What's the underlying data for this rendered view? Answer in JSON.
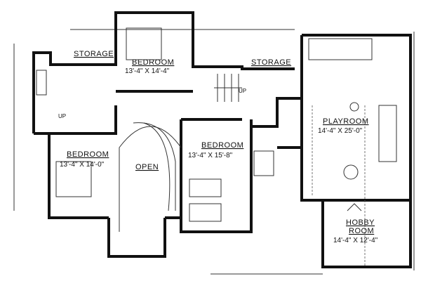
{
  "plan": {
    "rooms": {
      "storage_left": {
        "name": "STORAGE"
      },
      "bedroom_top": {
        "name": "BEDROOM",
        "dims": "13'-4\" X 14'-4\""
      },
      "storage_mid": {
        "name": "STORAGE"
      },
      "bedroom_left": {
        "name": "BEDROOM",
        "dims": "13'-4\" X 14'-0\""
      },
      "open": {
        "name": "OPEN"
      },
      "bedroom_mid": {
        "name": "BEDROOM",
        "dims": "13'-4\" X 15'-8\""
      },
      "playroom": {
        "name": "PLAYROOM",
        "dims": "14'-4\" X 25'-0\""
      },
      "hobby": {
        "name": "HOBBY",
        "name2": "ROOM",
        "dims": "14'-4\" X 12'-4\""
      }
    },
    "stairs": {
      "up_left": "UP",
      "up_mid": "UP"
    }
  }
}
